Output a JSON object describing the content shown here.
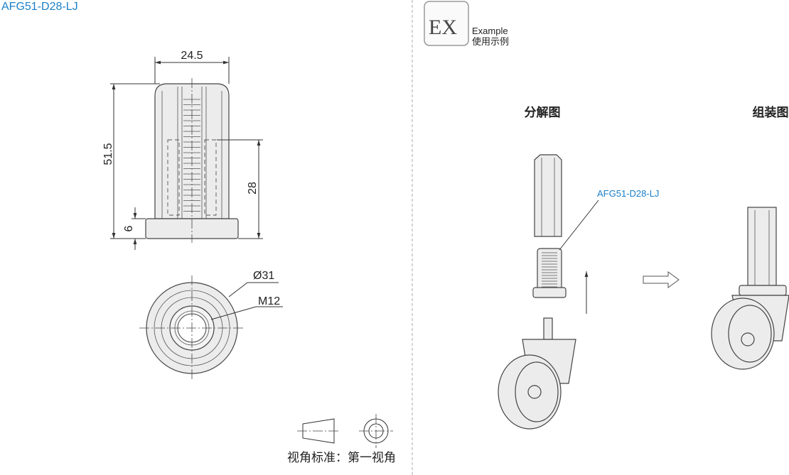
{
  "part_number": "AFG51-D28-LJ",
  "front_view": {
    "width_dim": "24.5",
    "height_dim": "51.5",
    "insert_depth_dim": "28",
    "base_height_dim": "6"
  },
  "top_view": {
    "diameter_dim": "Ø31",
    "thread_dim": "M12"
  },
  "projection": {
    "label": "视角标准：第一视角"
  },
  "example_badge": {
    "icon_text": "EX",
    "label_en": "Example",
    "label_cn": "使用示例"
  },
  "example": {
    "exploded_title": "分解图",
    "assembled_title": "组装图",
    "callout": "AFG51-D28-LJ"
  },
  "colors": {
    "accent": "#1a7fc8"
  }
}
